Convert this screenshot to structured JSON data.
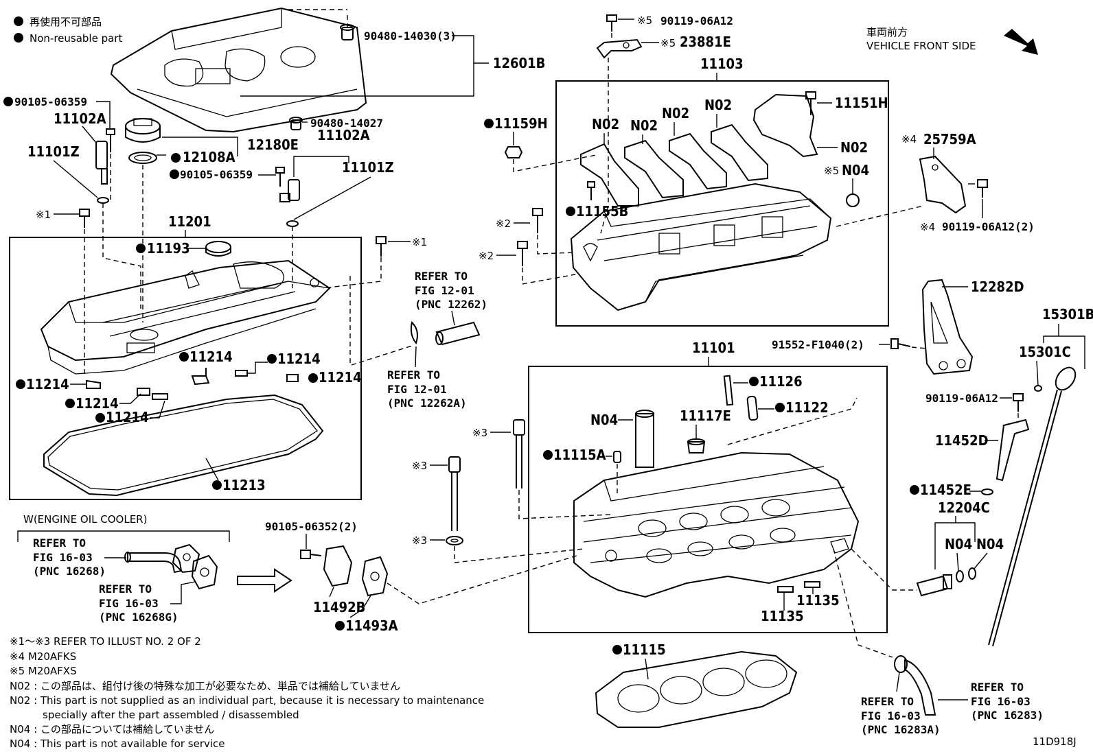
{
  "legend": {
    "non_reusable_jp": "再使用不可部品",
    "non_reusable_en": "Non-reusable part"
  },
  "front_side": {
    "jp": "車両前方",
    "en": "VEHICLE FRONT SIDE"
  },
  "labels": {
    "p90480_14030": "90480-14030(3)",
    "p12601B": "12601B",
    "p90105_06359_a": "90105-06359",
    "p11102A_a": "11102A",
    "p11101Z_a": "11101Z",
    "p12108A": "12108A",
    "p12180E": "12180E",
    "p90480_14027": "90480-14027",
    "p11102A_b": "11102A",
    "p90105_06359_b": "90105-06359",
    "p11101Z_b": "11101Z",
    "mark1_a": "※1",
    "mark1_b": "※1",
    "p11201": "11201",
    "p11193": "11193",
    "p11214_1": "11214",
    "p11214_2": "11214",
    "p11214_3": "11214",
    "p11214_4": "11214",
    "p11214_5": "11214",
    "p11214_6": "11214",
    "p11213": "11213",
    "refer_12262_title": "REFER TO",
    "refer_12262_fig": "FIG 12-01",
    "refer_12262_pnc": "(PNC 12262)",
    "refer_12262A_title": "REFER TO",
    "refer_12262A_fig": "FIG 12-01",
    "refer_12262A_pnc": "(PNC 12262A)",
    "p90119_06A12_top": "90119-06A12",
    "mark5_top": "※5",
    "p23881E": "23881E",
    "mark5_b": "※5",
    "p11103": "11103",
    "p11151H": "11151H",
    "p11159H": "11159H",
    "n02_1": "N02",
    "n02_2": "N02",
    "n02_3": "N02",
    "n02_4": "N02",
    "n02_5": "N02",
    "mark5_n04": "※5",
    "n04_top": "N04",
    "p11155B": "11155B",
    "mark2_a": "※2",
    "mark2_b": "※2",
    "mark4_a": "※4",
    "p25759A": "25759A",
    "mark4_b": "※4",
    "p90119_06A12_2": "90119-06A12(2)",
    "p12282D": "12282D",
    "p15301B": "15301B",
    "p15301C": "15301C",
    "p91552_F1040": "91552-F1040(2)",
    "p11101": "11101",
    "p11126": "11126",
    "p11122": "11122",
    "n04_mid": "N04",
    "p11117E": "11117E",
    "mark3_a": "※3",
    "mark3_b": "※3",
    "mark3_c": "※3",
    "p11115A": "11115A",
    "p90119_06A12_c": "90119-06A12",
    "p11452D": "11452D",
    "p11452E": "11452E",
    "p12204C": "12204C",
    "n04_a": "N04",
    "n04_b": "N04",
    "p11135_a": "11135",
    "p11135_b": "11135",
    "w_engine_oil_cooler": "W(ENGINE OIL COOLER)",
    "refer_16268_title": "REFER TO",
    "refer_16268_fig": "FIG 16-03",
    "refer_16268_pnc": "(PNC 16268)",
    "refer_16268G_title": "REFER TO",
    "refer_16268G_fig": "FIG 16-03",
    "refer_16268G_pnc": "(PNC 16268G)",
    "p90105_06352": "90105-06352(2)",
    "p11492B": "11492B",
    "p11493A": "11493A",
    "p11115": "11115",
    "refer_16283A_title": "REFER TO",
    "refer_16283A_fig": "FIG 16-03",
    "refer_16283A_pnc": "(PNC 16283A)",
    "refer_16283_title": "REFER TO",
    "refer_16283_fig": "FIG 16-03",
    "refer_16283_pnc": "(PNC 16283)",
    "illustration_id": "11D918J"
  },
  "notes": [
    "※1〜※3  REFER TO ILLUST NO. 2 OF 2",
    "※4  M20AFKS",
    "※5  M20AFXS",
    "N02 : この部品は、組付け後の特殊な加工が必要なため、単品では補給していません",
    "N02 : This part is not supplied as an individual part, because it is necessary to maintenance",
    "specially after the part assembled / disassembled",
    "N04 : この部品については補給していません",
    "N04 : This part is not available for service"
  ]
}
